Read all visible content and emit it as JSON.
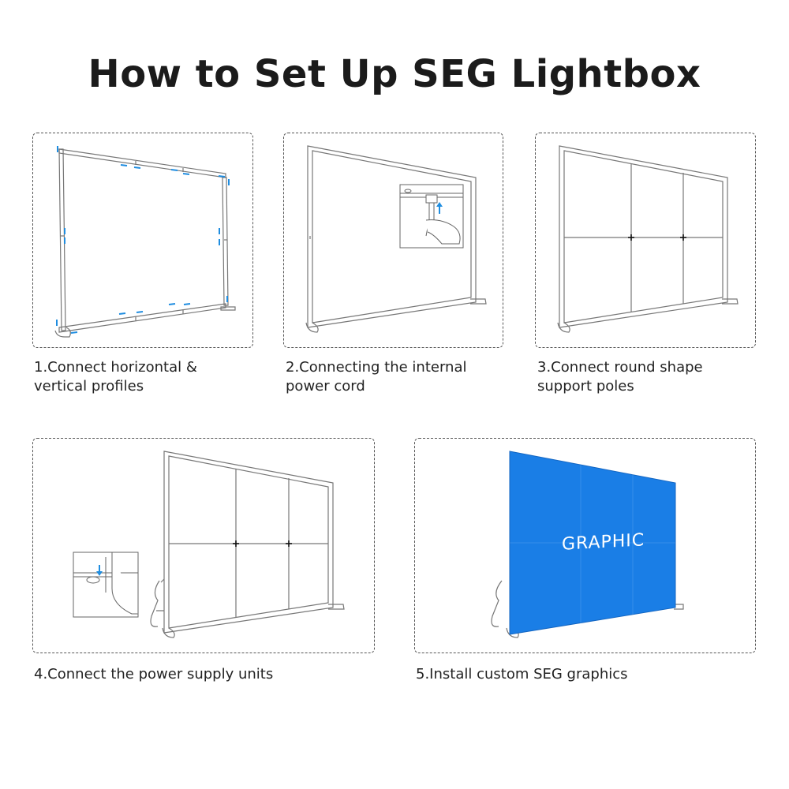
{
  "title": "How to Set Up SEG Lightbox",
  "steps": [
    {
      "line1": "1.Connect horizontal &",
      "line2": "vertical profiles"
    },
    {
      "line1": "2.Connecting the internal",
      "line2": "power cord"
    },
    {
      "line1": "3.Connect round shape",
      "line2": "support poles"
    },
    {
      "line1": "4.Connect the power supply units",
      "line2": ""
    },
    {
      "line1": "5.Install custom SEG graphics",
      "line2": ""
    }
  ],
  "graphic_label": "GRAPHIC",
  "colors": {
    "graphic_blue": "#1a7ee6",
    "arrow_blue": "#1f8de0",
    "frame_line": "#777777",
    "dashed_border": "#555555"
  }
}
